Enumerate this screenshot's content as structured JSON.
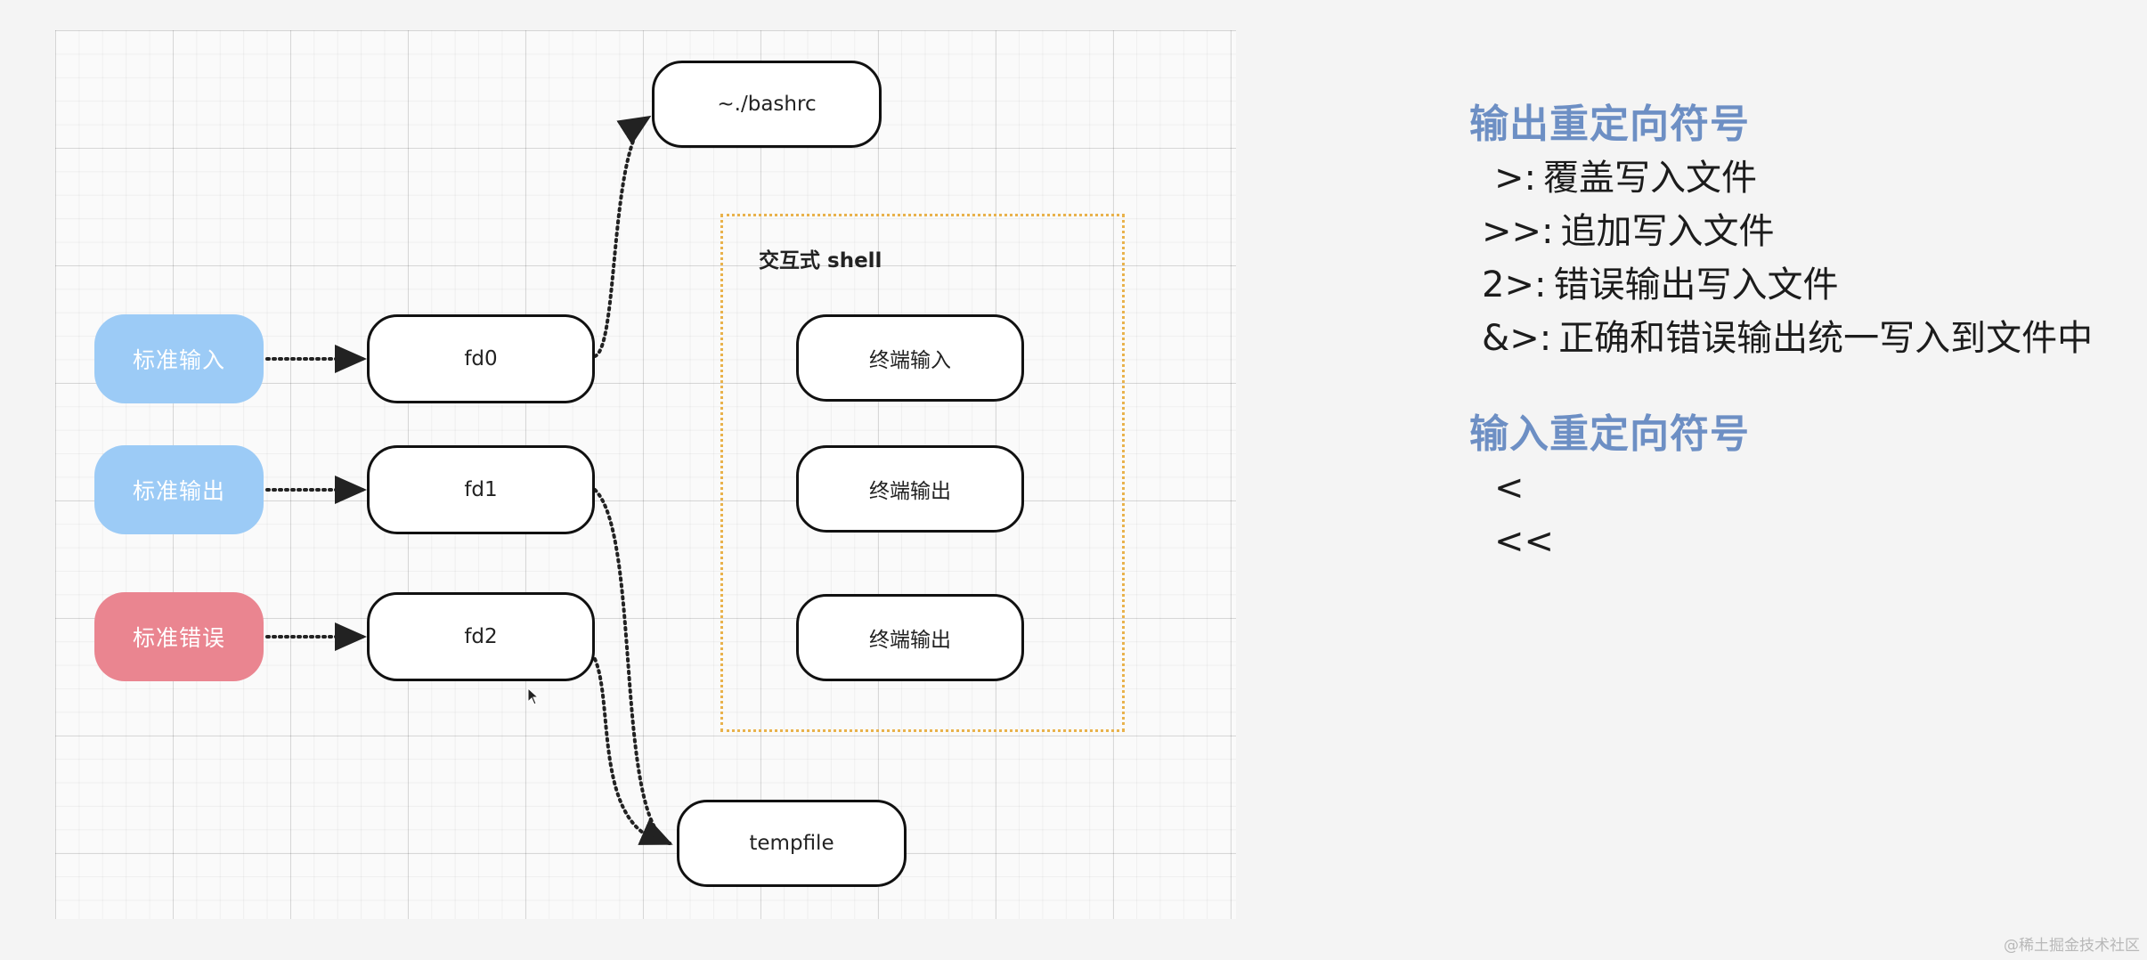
{
  "diagram": {
    "streams": [
      {
        "id": "stdin",
        "label": "标准输入",
        "kind": "in"
      },
      {
        "id": "stdout",
        "label": "标准输出",
        "kind": "out"
      },
      {
        "id": "stderr",
        "label": "标准错误",
        "kind": "err"
      }
    ],
    "descriptors": [
      {
        "id": "fd0",
        "label": "fd0"
      },
      {
        "id": "fd1",
        "label": "fd1"
      },
      {
        "id": "fd2",
        "label": "fd2"
      }
    ],
    "bashrc_label": "~./bashrc",
    "tempfile_label": "tempfile",
    "shell_group": {
      "title": "交互式 shell",
      "terminals": [
        {
          "label": "终端输入"
        },
        {
          "label": "终端输出"
        },
        {
          "label": "终端输出"
        }
      ]
    },
    "connections": [
      {
        "from": "stdin",
        "to": "fd0"
      },
      {
        "from": "stdout",
        "to": "fd1"
      },
      {
        "from": "stderr",
        "to": "fd2"
      },
      {
        "from": "fd0",
        "to": "bashrc"
      },
      {
        "from": "fd1",
        "to": "tempfile"
      },
      {
        "from": "fd2",
        "to": "tempfile"
      }
    ],
    "colors": {
      "stream_in_out": "#9ccbf6",
      "stream_err": "#ea8590",
      "group_border": "#e9b24c",
      "heading": "#6d8fc4"
    }
  },
  "side_panel": {
    "output_heading": "输出重定向符号",
    "output_rules": [
      {
        "op": ">:",
        "desc": "覆盖写入文件"
      },
      {
        "op": ">>:",
        "desc": "追加写入文件"
      },
      {
        "op": "2>:",
        "desc": "错误输出写入文件"
      },
      {
        "op": "&>:",
        "desc": "正确和错误输出统一写入到文件中"
      }
    ],
    "input_heading": "输入重定向符号",
    "input_rules": [
      "<",
      "<<"
    ]
  },
  "watermark": "@稀土掘金技术社区"
}
